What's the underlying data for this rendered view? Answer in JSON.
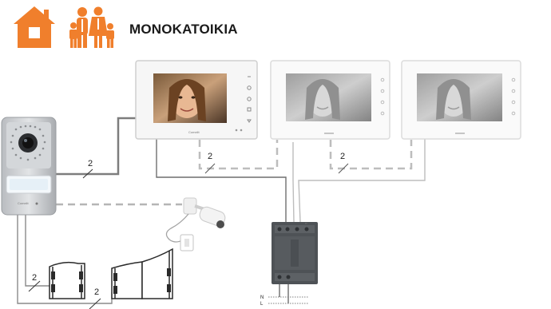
{
  "header": {
    "title": "ΜΟΝΟΚΑΤΟΙΚΙΑ",
    "house_icon": "house-icon",
    "family_icon": "family-icon",
    "accent_color": "#f07f2c"
  },
  "wires": {
    "doorstation_to_monitor": "2",
    "monitor1_to_monitor2": "2",
    "monitor2_to_monitor3": "2",
    "gate1": "2",
    "gate2": "2"
  },
  "power_supply": {
    "neutral": "N",
    "live": "L"
  },
  "devices": {
    "monitor_brand": "Comelit",
    "door_station_brand": "Comelit"
  }
}
